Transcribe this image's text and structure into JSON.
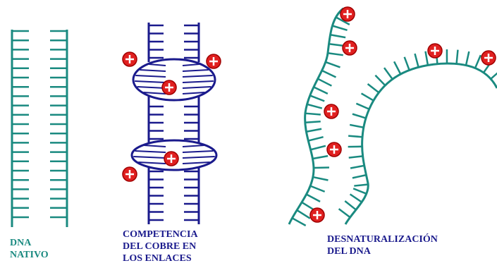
{
  "colors": {
    "native_dna": "#1a8a80",
    "copper_dna": "#1a1a8c",
    "denatured_dna": "#1a8a80",
    "ion_fill": "#e02020",
    "ion_sign": "#ffffff"
  },
  "panels": {
    "native": {
      "label_lines": [
        "DNA",
        "NATIVO"
      ]
    },
    "copper": {
      "label_lines": [
        "COMPETENCIA",
        "DEL COBRE EN",
        "LOS ENLACES"
      ]
    },
    "denatured": {
      "label_lines": [
        "DESNATURALIZACIÓN",
        "DEL DNA"
      ]
    }
  },
  "ion": {
    "symbol": "⊕",
    "icon": "copper-ion-plus-icon"
  }
}
